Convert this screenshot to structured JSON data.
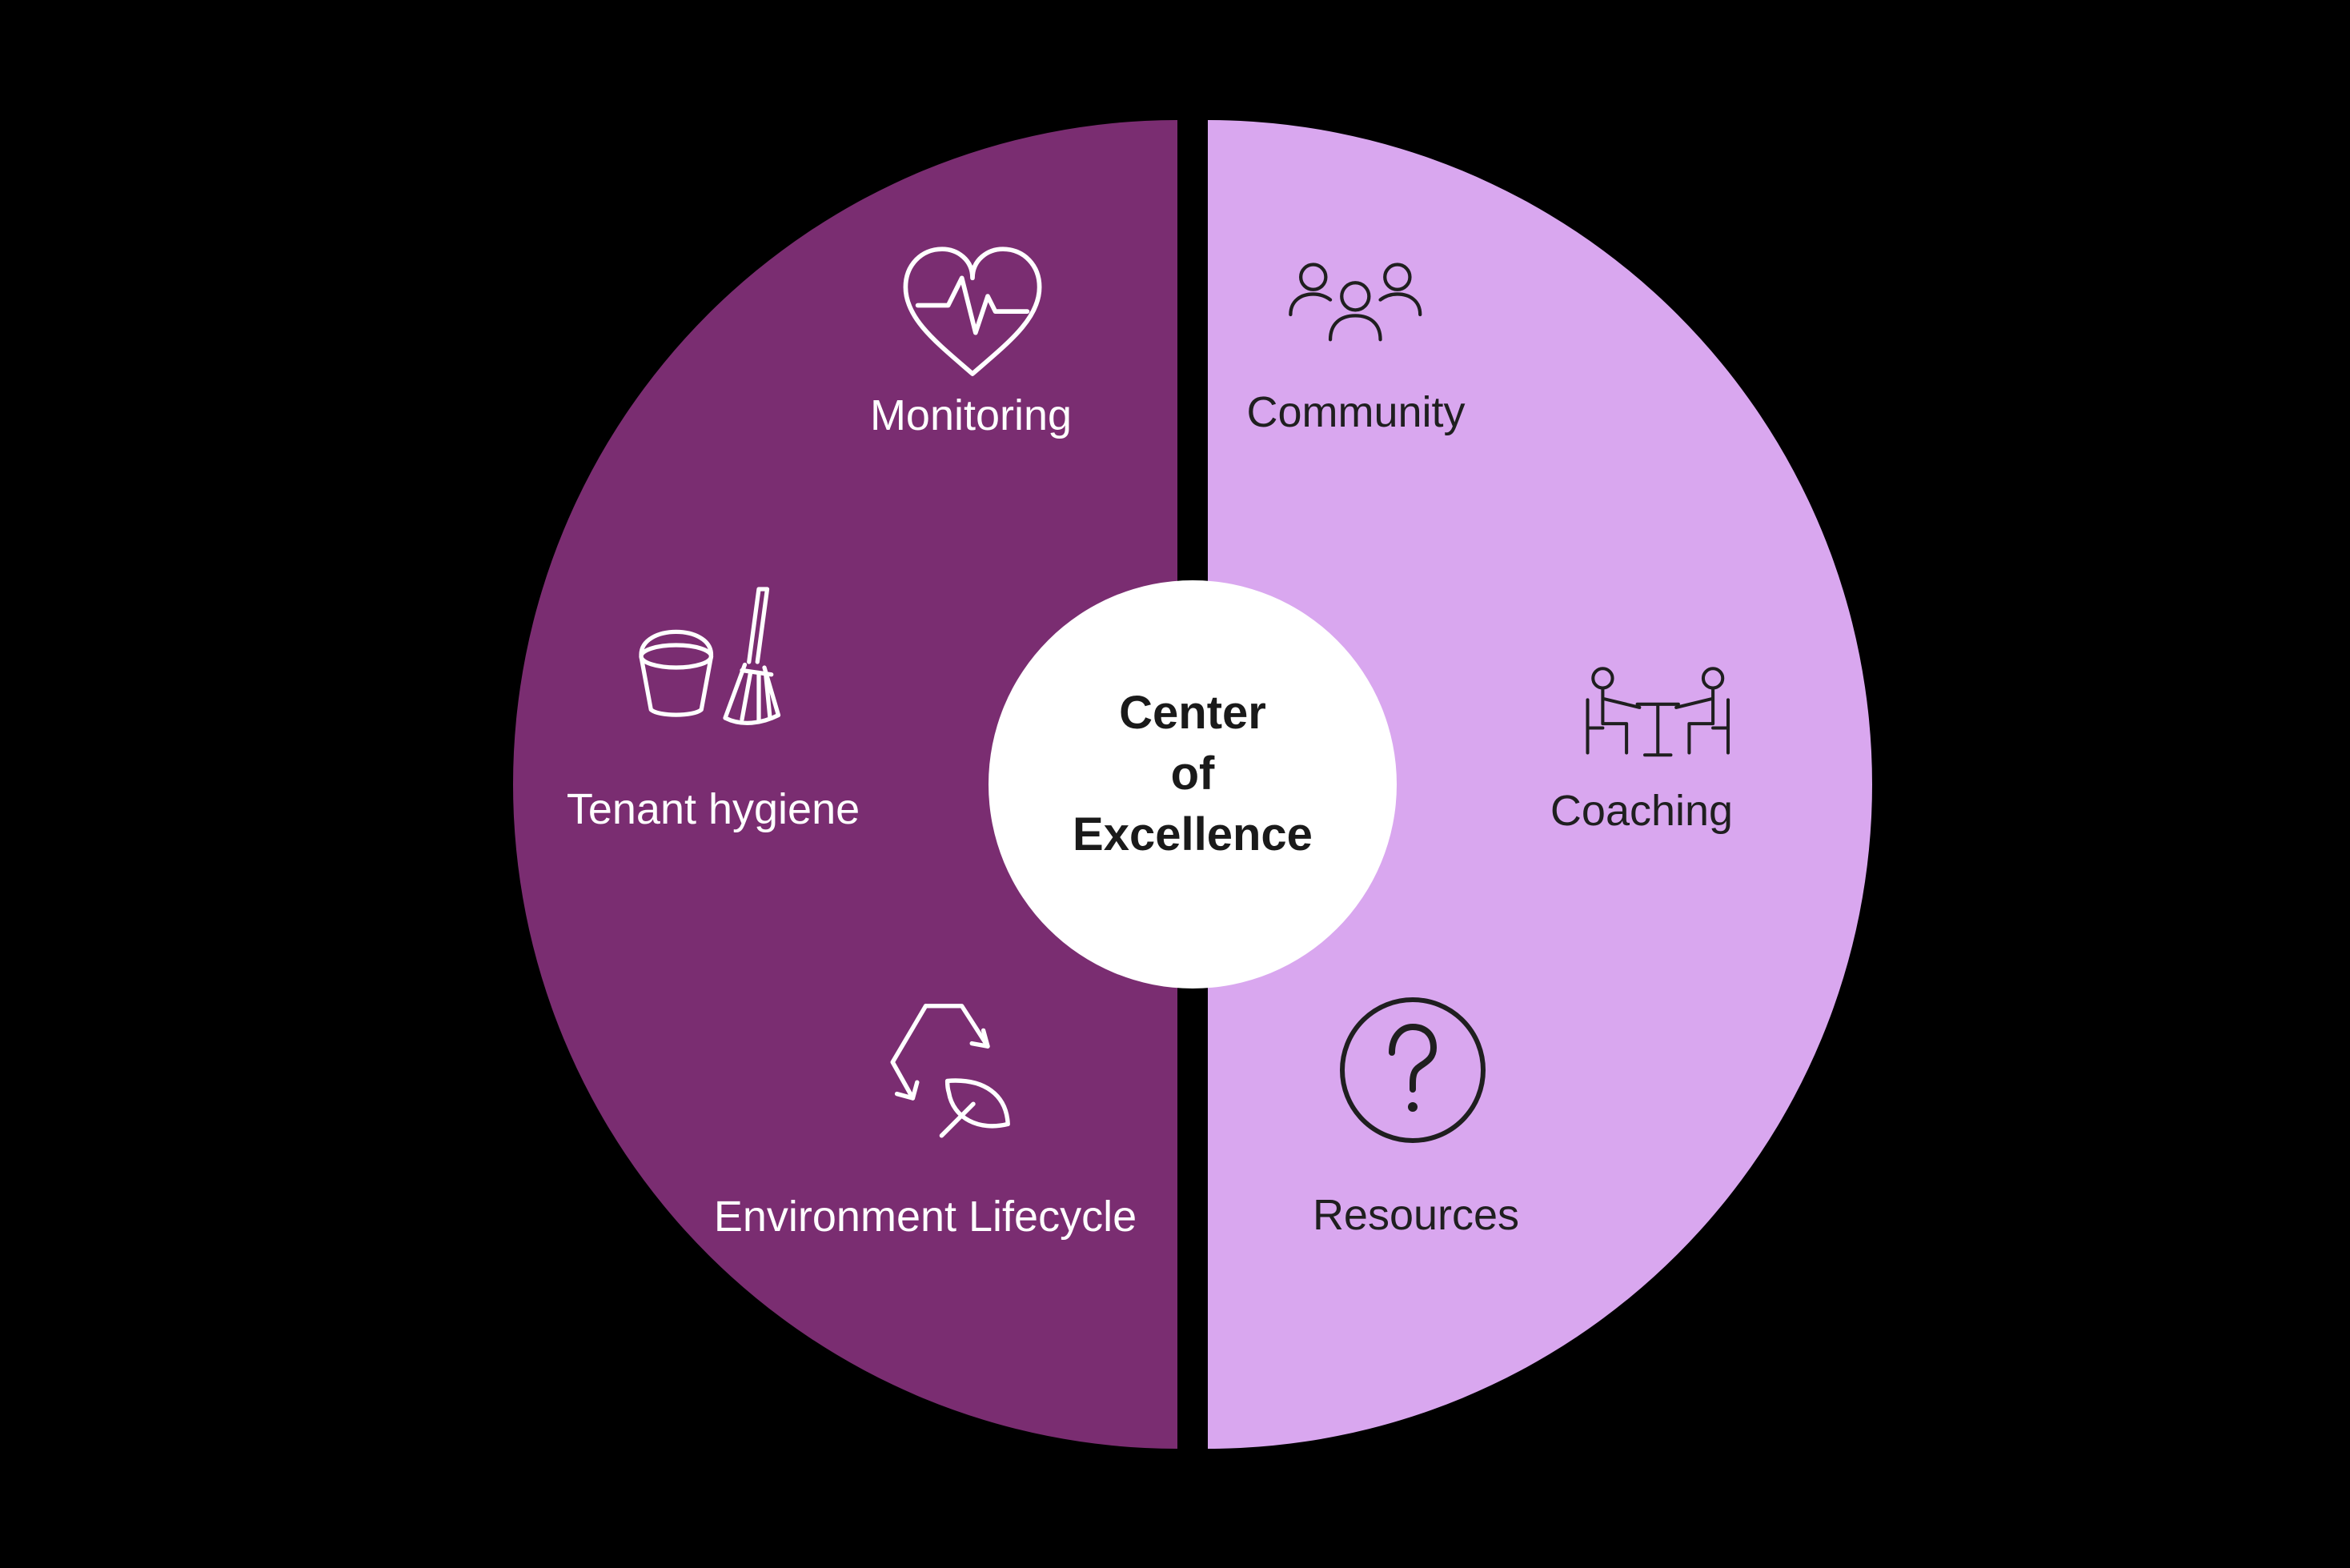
{
  "colors": {
    "background": "#000000",
    "left_half": "#7A2D71",
    "right_half": "#D9A7EF",
    "center_circle": "#FFFFFF",
    "left_text": "#FFFFFF",
    "right_text": "#1F1F1F"
  },
  "center": {
    "line1": "Center",
    "line2": "of",
    "line3": "Excellence"
  },
  "left_items": [
    {
      "label": "Monitoring",
      "icon": "heartbeat-monitoring-icon"
    },
    {
      "label": "Tenant hygiene",
      "icon": "bucket-broom-icon"
    },
    {
      "label": "Environment Lifecycle",
      "icon": "recycle-leaf-icon"
    }
  ],
  "right_items": [
    {
      "label": "Community",
      "icon": "people-group-icon"
    },
    {
      "label": "Coaching",
      "icon": "coaching-table-icon"
    },
    {
      "label": "Resources",
      "icon": "question-circle-icon"
    }
  ]
}
